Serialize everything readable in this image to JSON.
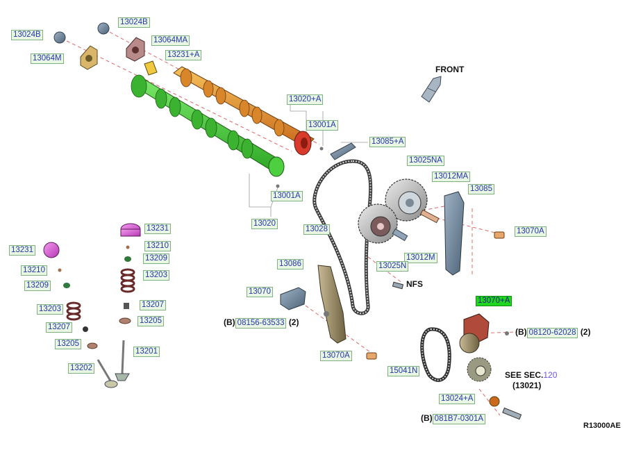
{
  "labels": {
    "p13024b_a": "13024B",
    "p13024b_b": "13024B",
    "p13064m": "13064M",
    "p13064ma": "13064MA",
    "p13231a": "13231+A",
    "p13020a": "13020+A",
    "p13001a_top": "13001A",
    "p13085a": "13085+A",
    "p13025na": "13025NA",
    "p13012ma": "13012MA",
    "p13085": "13085",
    "p13001a_bot": "13001A",
    "p13020": "13020",
    "p13028": "13028",
    "p13070a_r": "13070A",
    "p13012m": "13012M",
    "p13025n": "13025N",
    "p13231_r": "13231",
    "p13210_r": "13210",
    "p13209_r": "13209",
    "p13203_r": "13203",
    "p13207_r": "13207",
    "p13205_r": "13205",
    "p13201": "13201",
    "p13231_l": "13231",
    "p13210_l": "13210",
    "p13209_l": "13209",
    "p13203_l": "13203",
    "p13207_l": "13207",
    "p13205_l": "13205",
    "p13202": "13202",
    "p13086": "13086",
    "p13070": "13070",
    "p08156": "08156-63533",
    "p13070a_b": "13070A",
    "p13070pa": "13070+A",
    "p08120": "08120-62028",
    "p15041n": "15041N",
    "p13024pa": "13024+A",
    "p081b7": "081B7-0301A",
    "sec_num": "120"
  },
  "text": {
    "front": "FRONT",
    "nfs": "NFS",
    "b_prefix_1": "(B)",
    "b_prefix_2": "(B)",
    "b_prefix_3": "(B)",
    "qty_1": "(2)",
    "qty_2": "(2)",
    "see_sec": "SEE SEC.",
    "sub_ref": "(13021)",
    "diagram_id": "R13000AE"
  },
  "colors": {
    "label_bg": "#e9f6e4",
    "label_border": "#7fb07f",
    "label_text": "#2436a8",
    "highlight": "#1fd61f",
    "camshaft_intake": "#46c83a",
    "camshaft_exhaust": "#e8922c"
  },
  "icons": [
    "front-arrow-icon"
  ]
}
